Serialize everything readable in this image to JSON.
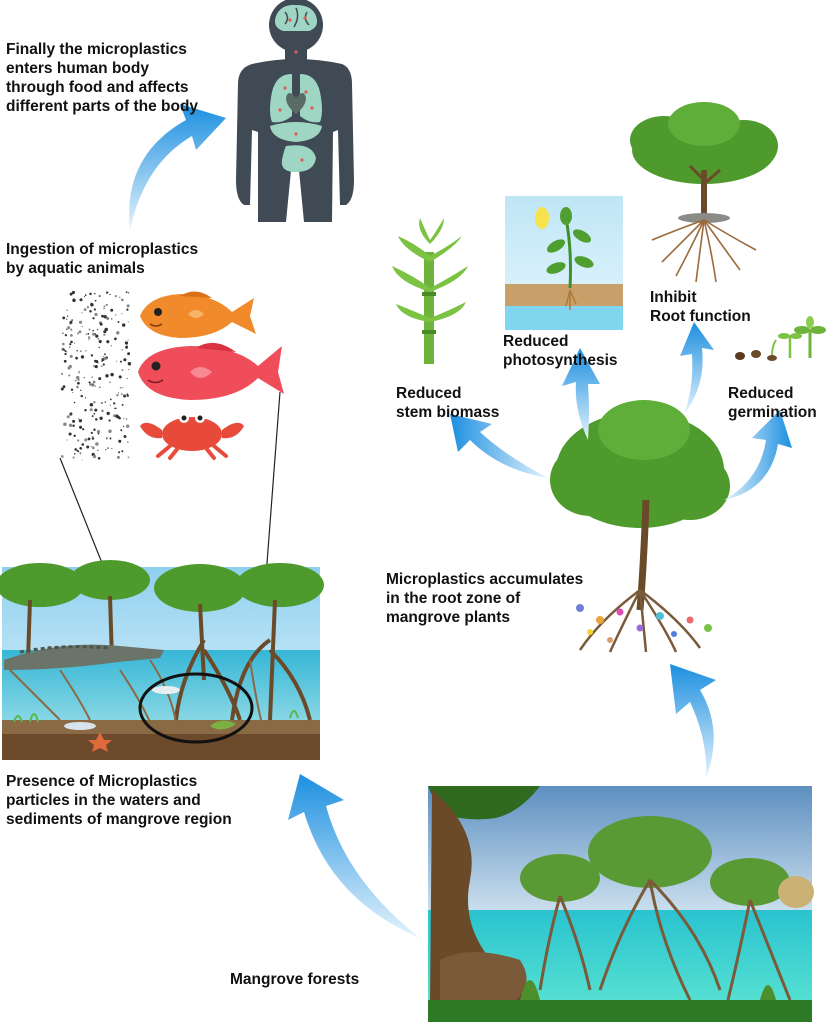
{
  "labels": {
    "human": "Finally the microplastics\nenters human body\nthrough food and affects\ndifferent parts of the body",
    "ingestion": "Ingestion of microplastics\nby aquatic animals",
    "presence": "Presence of Microplastics\nparticles in the waters and\nsediments of mangrove region",
    "mangrove_forests": "Mangrove forests",
    "accumulates": "Microplastics accumulates\nin the root zone of\nmangrove plants",
    "stem": "Reduced\nstem biomass",
    "photosynthesis": "Reduced\nphotosynthesis",
    "root": "Inhibit\nRoot function",
    "germination": "Reduced\ngermination"
  },
  "colors": {
    "arrow_light": "#cfe9f9",
    "arrow_dark": "#1c8fe0",
    "body_silhouette": "#3f4a55",
    "organs": "#9ed6c3",
    "foliage": "#4e9a2c",
    "trunk": "#6b4a2a",
    "water": "#4fd6cf",
    "sky": "#9cc9ea",
    "fish_orange": "#f08a2a",
    "fish_red": "#ef4d5a",
    "crab": "#e84a3a",
    "stem_green": "#7cc243"
  },
  "icons": [
    "human-body-icon",
    "fish-icon",
    "crab-icon",
    "tree-icon",
    "seedling-icon",
    "stem-icon",
    "sun-icon"
  ]
}
